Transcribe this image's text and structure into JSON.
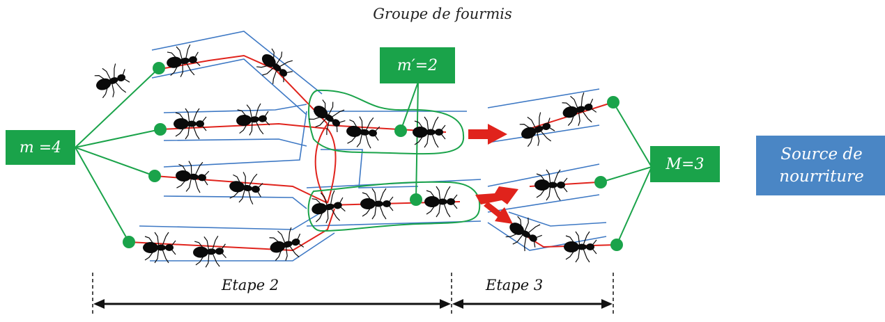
{
  "title": "Groupe de fourmis",
  "labels": {
    "m": "m =4",
    "m_prime": "m′=2",
    "M": "M=3"
  },
  "source": {
    "line1": "Source de",
    "line2": "nourriture"
  },
  "steps": {
    "etape2": "Etape 2",
    "etape3": "Etape 3"
  },
  "colors": {
    "path_red": "#e0231c",
    "tube_blue": "#3d78c4",
    "node_green": "#1aa34a",
    "source_blue": "#4a86c5",
    "ant": "#0a0a0a"
  }
}
